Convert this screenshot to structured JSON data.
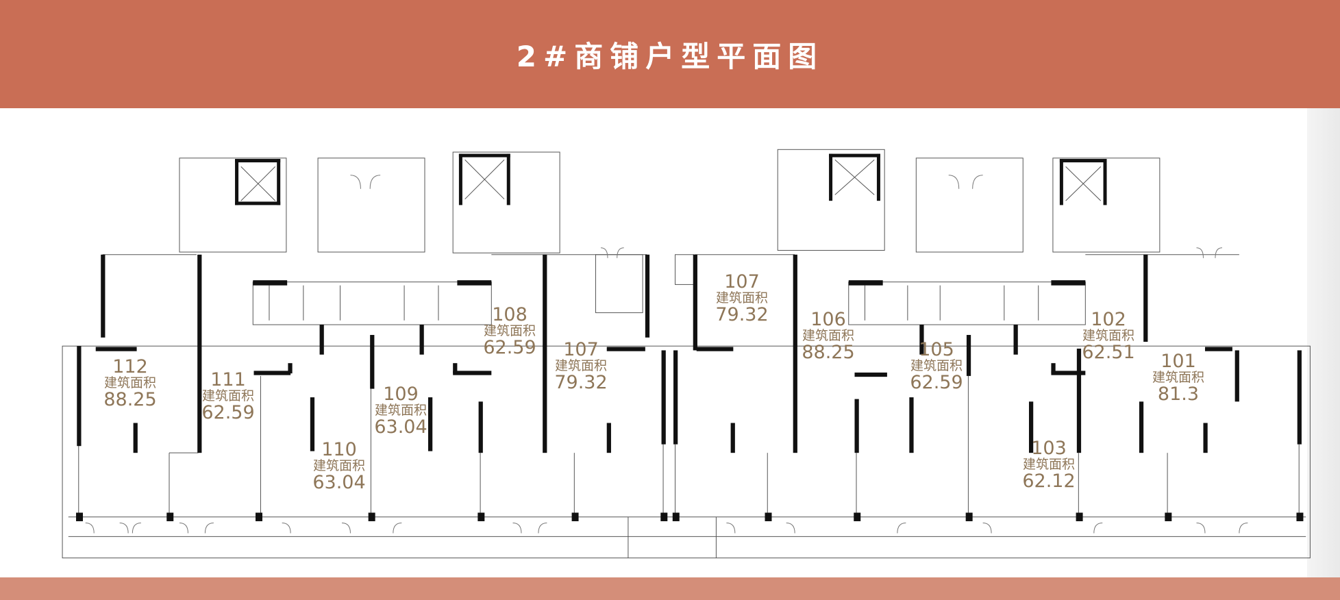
{
  "header": {
    "title": "2#商铺户型平面图"
  },
  "colors": {
    "header_bg": "#c96e55",
    "footer_bg": "#d48e79",
    "label_color": "#8e7658",
    "wall": "#111111"
  },
  "area_label": "建筑面积",
  "units": [
    {
      "no": "112",
      "label": "建筑面积",
      "area": "88.25"
    },
    {
      "no": "111",
      "label": "建筑面积",
      "area": "62.59"
    },
    {
      "no": "110",
      "label": "建筑面积",
      "area": "63.04"
    },
    {
      "no": "109",
      "label": "建筑面积",
      "area": "63.04"
    },
    {
      "no": "108",
      "label": "建筑面积",
      "area": "62.59"
    },
    {
      "no": "107",
      "label": "建筑面积",
      "area": "79.32"
    },
    {
      "no": "107",
      "label": "建筑面积",
      "area": "79.32"
    },
    {
      "no": "106",
      "label": "建筑面积",
      "area": "88.25"
    },
    {
      "no": "105",
      "label": "建筑面积",
      "area": "62.59"
    },
    {
      "no": "103",
      "label": "建筑面积",
      "area": "62.12"
    },
    {
      "no": "102",
      "label": "建筑面积",
      "area": "62.51"
    },
    {
      "no": "101",
      "label": "建筑面积",
      "area": "81.3"
    }
  ]
}
